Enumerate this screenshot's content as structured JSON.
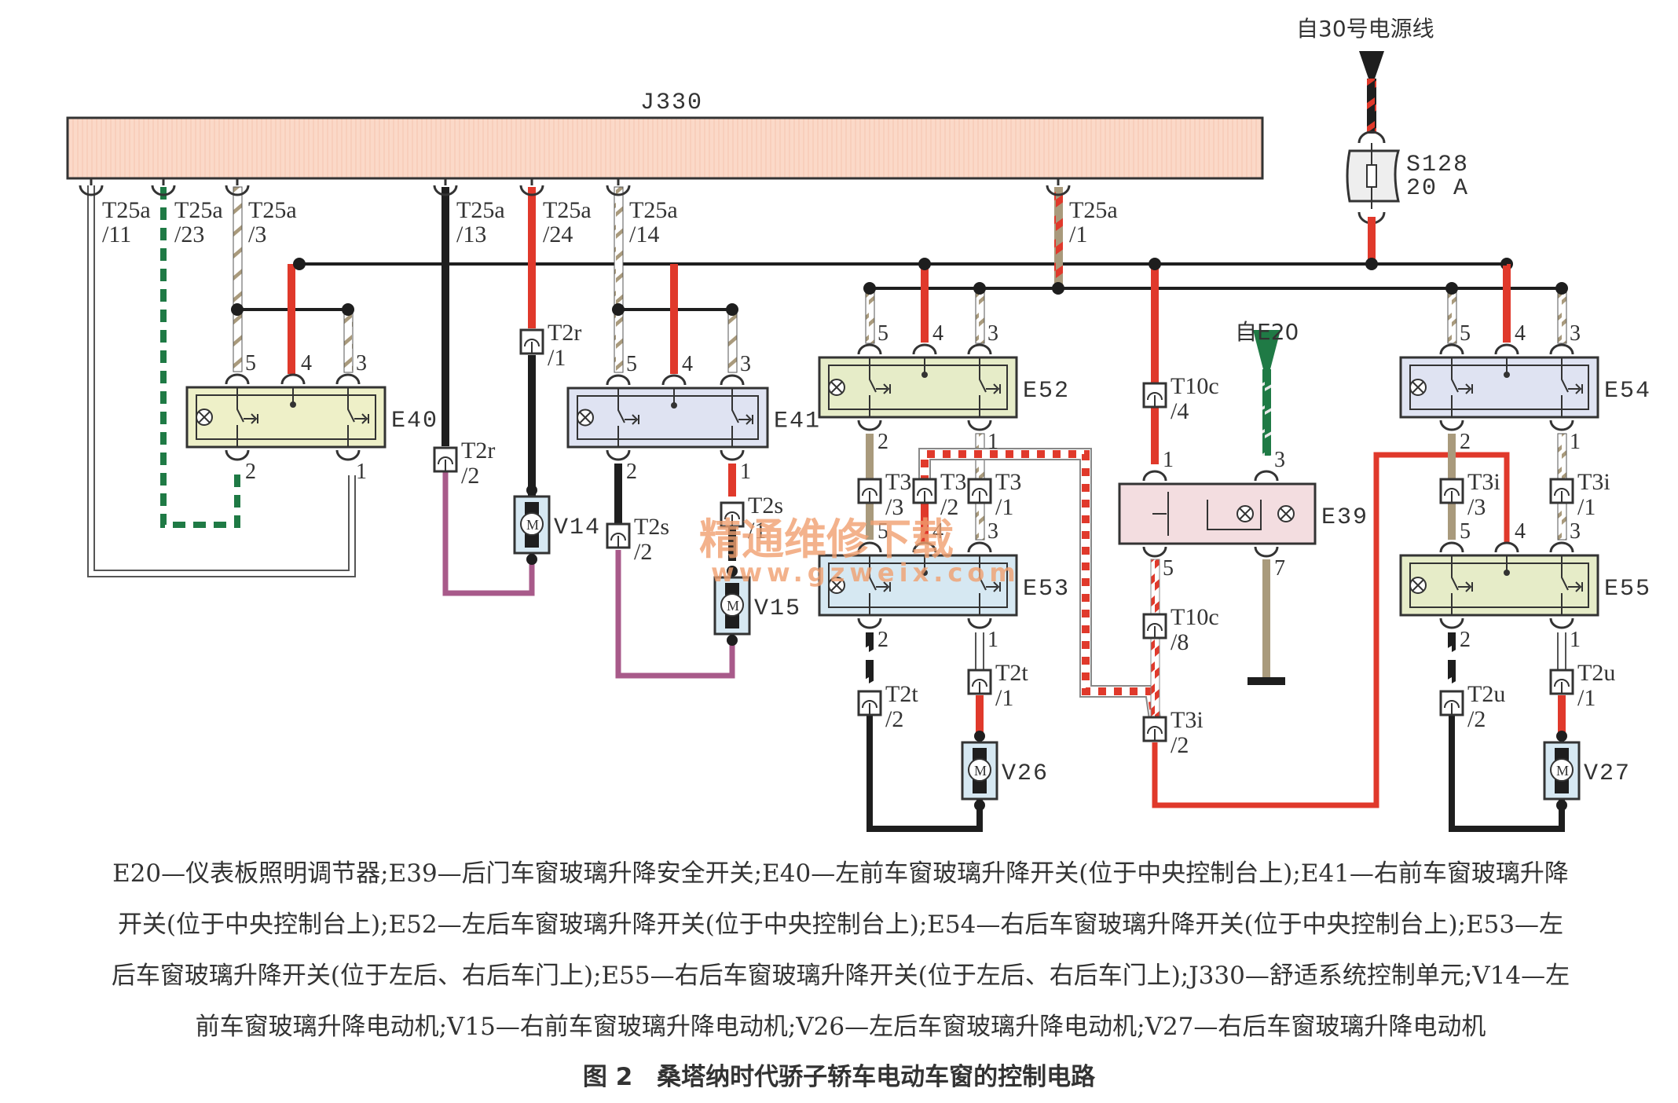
{
  "diagram": {
    "control_unit": {
      "id": "J330",
      "label": "J330"
    },
    "power_source": {
      "label": "自30号电源线",
      "fuse_id": "S128",
      "fuse_rating": "20 A"
    },
    "illumination_source": {
      "label": "自E20"
    },
    "j330_pins": [
      {
        "name": "T25a",
        "pin": "/11",
        "wire": "white"
      },
      {
        "name": "T25a",
        "pin": "/23",
        "wire": "green-white"
      },
      {
        "name": "T25a",
        "pin": "/3",
        "wire": "white-brown"
      },
      {
        "name": "T25a",
        "pin": "/13",
        "wire": "black"
      },
      {
        "name": "T25a",
        "pin": "/24",
        "wire": "red"
      },
      {
        "name": "T25a",
        "pin": "/14",
        "wire": "white-brown"
      },
      {
        "name": "T25a",
        "pin": "/1",
        "wire": "brown-red"
      }
    ],
    "switches": [
      {
        "id": "E40",
        "top_pins": [
          "5",
          "4",
          "3"
        ],
        "bottom_pins": [
          "2",
          "1"
        ],
        "color": "#eef0c8"
      },
      {
        "id": "E41",
        "top_pins": [
          "5",
          "4",
          "3"
        ],
        "bottom_pins": [
          "2",
          "1"
        ],
        "color": "#dfe3f2"
      },
      {
        "id": "E52",
        "top_pins": [
          "5",
          "4",
          "3"
        ],
        "bottom_pins": [
          "2",
          "1"
        ],
        "color": "#e6ecc8"
      },
      {
        "id": "E53",
        "top_pins": [
          "5",
          "4",
          "3"
        ],
        "bottom_pins": [
          "2",
          "1"
        ],
        "color": "#d6e8f2"
      },
      {
        "id": "E54",
        "top_pins": [
          "5",
          "4",
          "3"
        ],
        "bottom_pins": [
          "2",
          "1"
        ],
        "color": "#dfe3f2"
      },
      {
        "id": "E55",
        "top_pins": [
          "5",
          "4",
          "3"
        ],
        "bottom_pins": [
          "2",
          "1"
        ],
        "color": "#e6ecc8"
      },
      {
        "id": "E39",
        "top_pins": [
          "1",
          "3"
        ],
        "bottom_pins": [
          "5",
          "7"
        ],
        "color": "#f3dde0"
      }
    ],
    "motors": [
      {
        "id": "V14"
      },
      {
        "id": "V15"
      },
      {
        "id": "V26"
      },
      {
        "id": "V27"
      }
    ],
    "connectors": {
      "t2r_1": {
        "name": "T2r",
        "pin": "/1"
      },
      "t2r_2": {
        "name": "T2r",
        "pin": "/2"
      },
      "t2s_1": {
        "name": "T2s",
        "pin": "/1"
      },
      "t2s_2": {
        "name": "T2s",
        "pin": "/2"
      },
      "t3_3": {
        "name": "T3",
        "pin": "/3"
      },
      "t3_2": {
        "name": "T3",
        "pin": "/2"
      },
      "t3_1": {
        "name": "T3",
        "pin": "/1"
      },
      "t2t_2": {
        "name": "T2t",
        "pin": "/2"
      },
      "t2t_1": {
        "name": "T2t",
        "pin": "/1"
      },
      "t10c_4": {
        "name": "T10c",
        "pin": "/4"
      },
      "t10c_8": {
        "name": "T10c",
        "pin": "/8"
      },
      "t3i_2": {
        "name": "T3i",
        "pin": "/2"
      },
      "t3i_3": {
        "name": "T3i",
        "pin": "/3"
      },
      "t3i_1": {
        "name": "T3i",
        "pin": "/1"
      },
      "t2u_2": {
        "name": "T2u",
        "pin": "/2"
      },
      "t2u_1": {
        "name": "T2u",
        "pin": "/1"
      }
    },
    "watermark": {
      "cn": "精通维修下载",
      "url": "www.gzweix.com"
    },
    "wire_colors": {
      "red": "#e0392b",
      "black": "#1e1e1e",
      "green": "#1f7a45",
      "brown": "#a99a7c",
      "purple": "#a85a8a",
      "box_outline": "#333333",
      "j330_fill": "#fbd9c8"
    }
  },
  "caption": {
    "lines": [
      "E20—仪表板照明调节器;E39—后门车窗玻璃升降安全开关;E40—左前车窗玻璃升降开关(位于中央控制台上);E41—右前车窗玻璃升降",
      "开关(位于中央控制台上);E52—左后车窗玻璃升降开关(位于中央控制台上);E54—右后车窗玻璃升降开关(位于中央控制台上);E53—左",
      "后车窗玻璃升降开关(位于左后、右后车门上);E55—右后车窗玻璃升降开关(位于左后、右后车门上);J330—舒适系统控制单元;V14—左",
      "前车窗玻璃升降电动机;V15—右前车窗玻璃升降电动机;V26—左后车窗玻璃升降电动机;V27—右后车窗玻璃升降电动机"
    ],
    "figure_number": "图 2",
    "figure_title": "桑塔纳时代骄子轿车电动车窗的控制电路"
  }
}
